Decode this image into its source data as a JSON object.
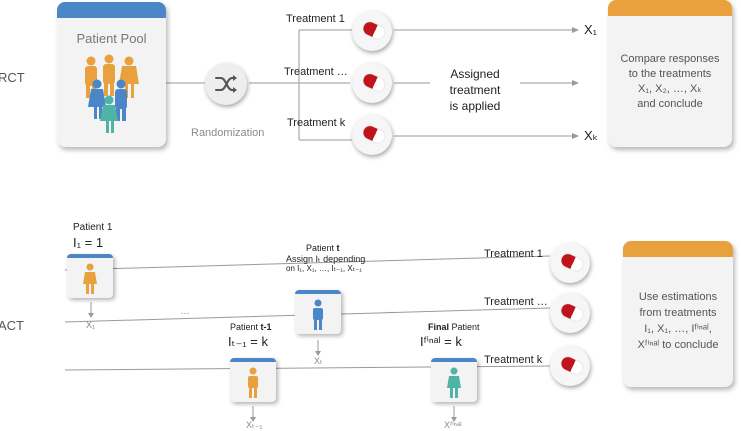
{
  "rct": {
    "side_label": "RCT",
    "pool_title": "Patient Pool",
    "randomization": "Randomization",
    "treatments": [
      "Treatment 1",
      "Treatment …",
      "Treatment k"
    ],
    "assigned_line1": "Assigned treatment",
    "assigned_line2": "is applied",
    "x1": "X₁",
    "xk": "Xₖ",
    "compare_lines": [
      "Compare responses",
      "to the treatments",
      "X₁, X₂, …, Xₖ",
      "and conclude"
    ]
  },
  "act": {
    "side_label": "ACT",
    "patient1_label": "Patient 1",
    "patient1_assign": "I₁ = 1",
    "patient1_x": "X₁",
    "patientt_label_prefix": "Patient ",
    "patientt_label_bold": "t",
    "patientt_desc1": "Assign Iₜ depending",
    "patientt_desc2": "on I₁, X₁, …, Iₜ₋₁, Xₜ₋₁",
    "patientt_x": "Xₜ",
    "patienttm1_label_prefix": "Patient ",
    "patienttm1_label_bold": "t-1",
    "patienttm1_assign": "Iₜ₋₁ = k",
    "patienttm1_x": "Xₜ₋₁",
    "final_label_bold": "Final",
    "final_label_suffix": " Patient",
    "final_assign": "Iᶠⁱⁿᵃˡ = k",
    "final_x": "Xᶠⁱⁿᵃˡ",
    "ellipsis": "…",
    "treatments": [
      "Treatment 1",
      "Treatment …",
      "Treatment k"
    ],
    "use_lines": [
      "Use estimations",
      "from treatments",
      "I₁, X₁, …, Iᶠⁱⁿᵃˡ,",
      "Xᶠⁱⁿᵃˡ to conclude"
    ]
  },
  "colors": {
    "blue": "#4a86c8",
    "orange": "#e8a13c",
    "teal": "#4fb3a5",
    "pill_red": "#c0141c"
  },
  "icons": [
    "shuffle-icon",
    "pill-icon",
    "person-icon"
  ]
}
